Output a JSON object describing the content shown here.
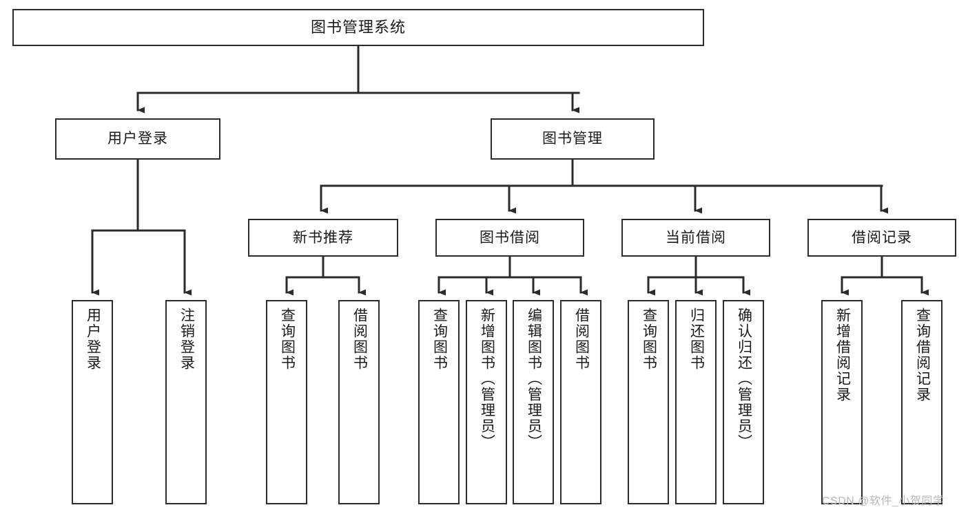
{
  "diagram": {
    "title": "图书管理系统",
    "type": "tree",
    "watermark": "CSDN @软件_小贺同学",
    "colors": {
      "stroke": "#2b2b2b",
      "fill": "#ffffff",
      "text": "#1a1a1a",
      "watermark": "#b9b9b9"
    },
    "levels": {
      "root": {
        "label": "图书管理系统"
      },
      "level2": [
        {
          "label": "用户登录"
        },
        {
          "label": "图书管理"
        }
      ],
      "level3": [
        {
          "label": "新书推荐"
        },
        {
          "label": "图书借阅"
        },
        {
          "label": "当前借阅"
        },
        {
          "label": "借阅记录"
        }
      ],
      "leaves": [
        {
          "label": "用户登录",
          "parent": "用户登录"
        },
        {
          "label": "注销登录",
          "parent": "用户登录"
        },
        {
          "label": "查询图书",
          "parent": "新书推荐"
        },
        {
          "label": "借阅图书",
          "parent": "新书推荐"
        },
        {
          "label": "查询图书",
          "parent": "图书借阅"
        },
        {
          "label": "新增图书（管理员）",
          "parent": "图书借阅"
        },
        {
          "label": "编辑图书（管理员）",
          "parent": "图书借阅"
        },
        {
          "label": "借阅图书",
          "parent": "图书借阅"
        },
        {
          "label": "查询图书",
          "parent": "当前借阅"
        },
        {
          "label": "归还图书",
          "parent": "当前借阅"
        },
        {
          "label": "确认归还（管理员）",
          "parent": "当前借阅"
        },
        {
          "label": "新增借阅记录",
          "parent": "借阅记录"
        },
        {
          "label": "查询借阅记录",
          "parent": "借阅记录"
        }
      ]
    }
  }
}
